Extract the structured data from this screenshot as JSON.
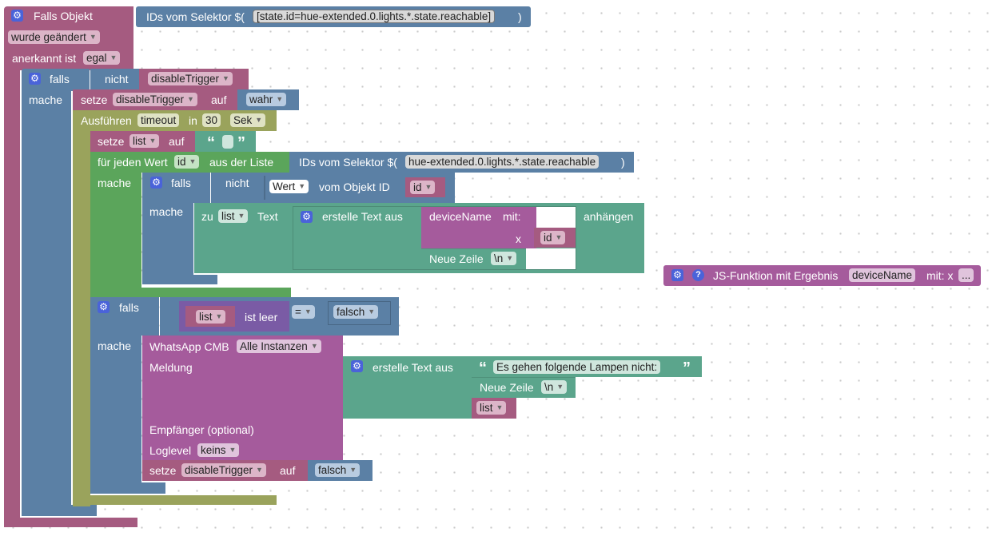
{
  "colors": {
    "trigger": "#a55b80",
    "variable": "#a55b80",
    "logic": "#5b80a5",
    "control": "#5ba55b",
    "timeout": "#9aa35c",
    "text": "#5ba58c",
    "selector": "#5b80a5",
    "message": "#a55b9c"
  },
  "trigger": {
    "title": "Falls Objekt",
    "selector_label": "IDs vom Selektor $(",
    "selector_value": "[state.id=hue-extended.0.lights.*.state.reachable]",
    "selector_close": ")",
    "changed_option": "wurde geändert",
    "ack_label": "anerkannt ist",
    "ack_option": "egal"
  },
  "if1": {
    "falls": "falls",
    "mache": "mache",
    "not": "nicht",
    "var": "disableTrigger"
  },
  "set1": {
    "setze": "setze",
    "var": "disableTrigger",
    "auf": "auf",
    "value": "wahr"
  },
  "timeout": {
    "label": "Ausführen",
    "name": "timeout",
    "in": "in",
    "delay": "30",
    "unit": "Sek"
  },
  "set2": {
    "setze": "setze",
    "var": "list",
    "auf": "auf",
    "open_quote": "“",
    "close_quote": "”"
  },
  "foreach": {
    "label": "für jeden Wert",
    "var": "id",
    "from_list": "aus der Liste",
    "mache": "mache",
    "selector_label": "IDs vom Selektor $(",
    "selector_value": "hue-extended.0.lights.*.state.reachable",
    "selector_close": ")"
  },
  "if2": {
    "falls": "falls",
    "mache": "mache",
    "not": "nicht",
    "prop": "Wert",
    "of_object": "vom Objekt ID",
    "id_var": "id"
  },
  "append": {
    "zu": "zu",
    "var": "list",
    "text": "Text",
    "create": "erstelle Text aus",
    "func": "deviceName",
    "mit": "mit:",
    "x": "x",
    "x_var": "id",
    "newline": "Neue Zeile",
    "newline_opt": "\\n",
    "append": "anhängen"
  },
  "jsfunc": {
    "label": "JS-Funktion mit Ergebnis",
    "name": "deviceName",
    "params": "mit: x",
    "more": "..."
  },
  "if3": {
    "falls": "falls",
    "mache": "mache",
    "list": "list",
    "is_empty": "ist leer",
    "op": "=",
    "value": "falsch"
  },
  "whatsapp": {
    "label": "WhatsApp CMB",
    "instances": "Alle Instanzen",
    "message": "Meldung",
    "recipient": "Empfänger (optional)",
    "loglevel": "Loglevel",
    "loglevel_value": "keins",
    "create": "erstelle Text aus",
    "text": "Es gehen folgende Lampen nicht:",
    "newline": "Neue Zeile",
    "newline_opt": "\\n",
    "list": "list"
  },
  "set3": {
    "setze": "setze",
    "var": "disableTrigger",
    "auf": "auf",
    "value": "falsch"
  }
}
